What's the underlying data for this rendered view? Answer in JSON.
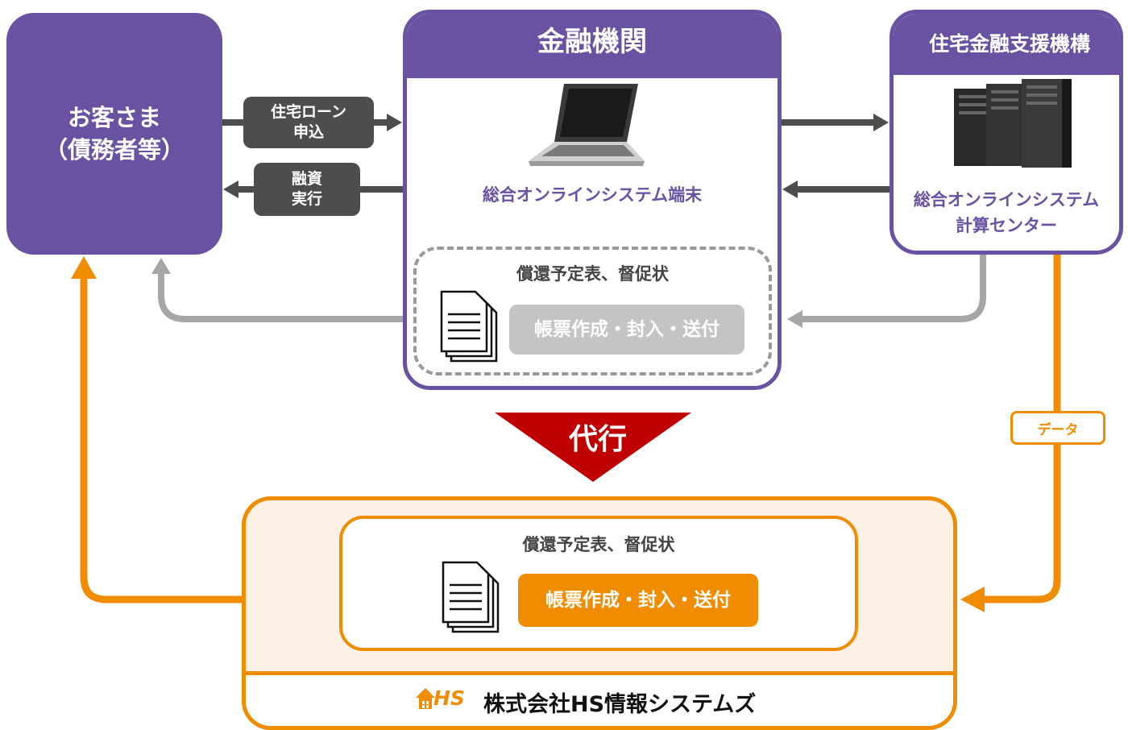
{
  "customer": {
    "line1": "お客さま",
    "line2": "（債務者等）"
  },
  "bank": {
    "title": "金融機関",
    "terminal_label": "総合オンラインシステム端末",
    "doc_title": "償還予定表、督促状",
    "doc_button": "帳票作成・封入・送付"
  },
  "jhf": {
    "title": "住宅金融支援機構",
    "system_line1": "総合オンラインシステム",
    "system_line2": "計算センター"
  },
  "arrows": {
    "apply_line1": "住宅ローン",
    "apply_line2": "申込",
    "loan_line1": "融資",
    "loan_line2": "実行",
    "data_label": "データ"
  },
  "proxy": {
    "label": "代行"
  },
  "hs": {
    "doc_title": "償還予定表、督促状",
    "doc_button": "帳票作成・封入・送付",
    "logo_text": "HS",
    "company_name": "株式会社HS情報システムズ"
  },
  "colors": {
    "purple": "#6a52a3",
    "orange": "#f08c00",
    "dark_gray": "#4d4d4d",
    "light_gray": "#a6a6a6",
    "red": "#c00000"
  }
}
